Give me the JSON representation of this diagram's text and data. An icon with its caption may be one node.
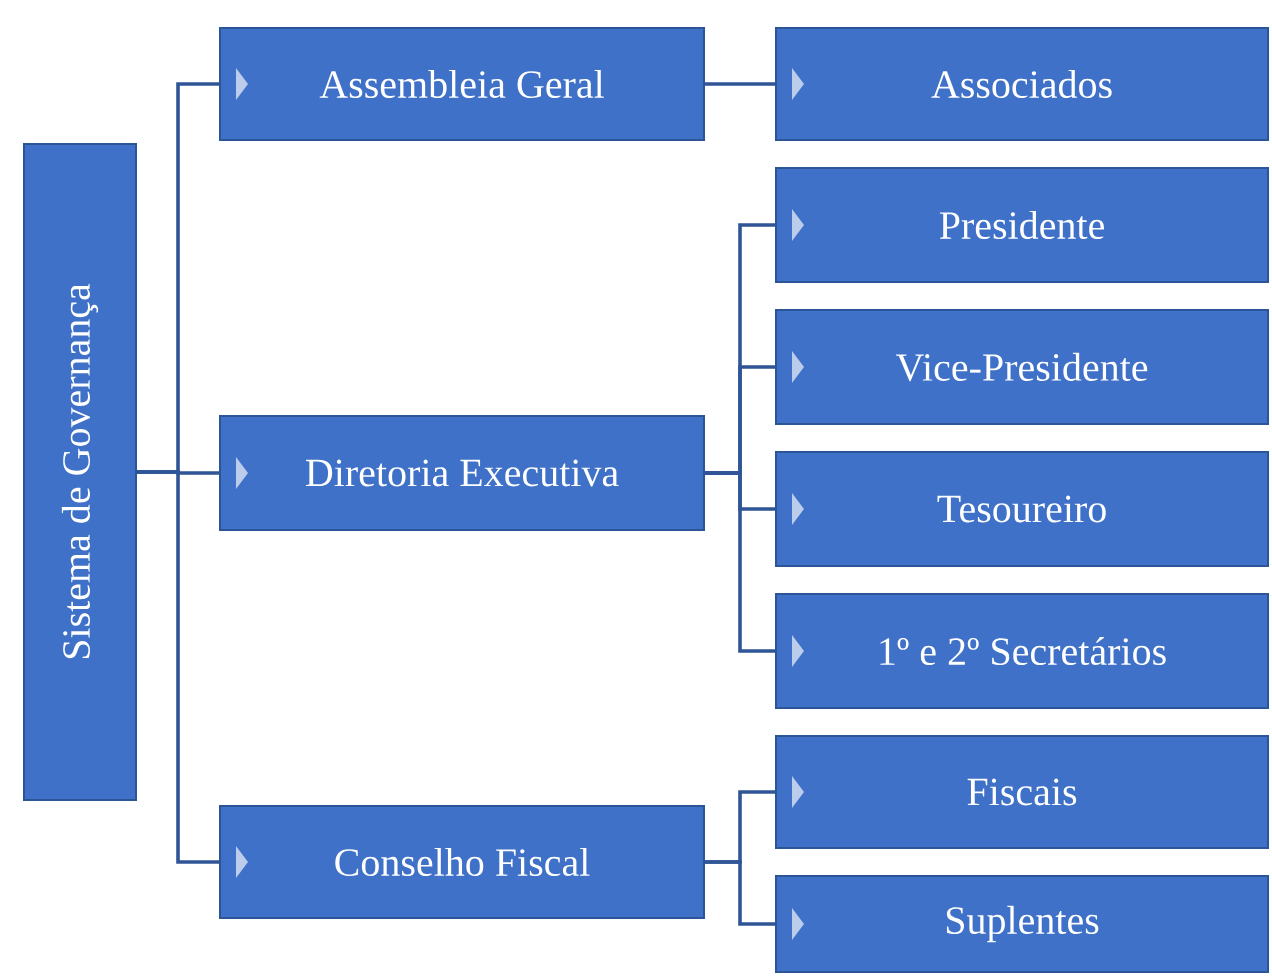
{
  "diagram": {
    "nodes": [
      {
        "text": [
          "Sistema de Governança"
        ]
      },
      {
        "text": [
          "Assembleia Geral"
        ]
      },
      {
        "text": [
          "Diretoria Executiva"
        ]
      },
      {
        "text": [
          "Conselho Fiscal"
        ]
      },
      {
        "text": [
          "Associados"
        ]
      },
      {
        "text": [
          "Presidente"
        ]
      },
      {
        "text": [
          "Vice-Presidente"
        ]
      },
      {
        "text": [
          "Tesoureiro"
        ]
      },
      {
        "text": [
          "1º e 2º Secretários"
        ]
      },
      {
        "text": [
          "Fiscais"
        ]
      },
      {
        "text": [
          "Suplentes"
        ]
      }
    ],
    "edges": [
      {
        "from": 0,
        "to": 1,
        "arrow": "none"
      },
      {
        "from": 0,
        "to": 2,
        "arrow": "none"
      },
      {
        "from": 0,
        "to": 3,
        "arrow": "none"
      },
      {
        "from": 1,
        "to": 4,
        "arrow": "none"
      },
      {
        "from": 2,
        "to": 5,
        "arrow": "none"
      },
      {
        "from": 2,
        "to": 6,
        "arrow": "none"
      },
      {
        "from": 2,
        "to": 7,
        "arrow": "none"
      },
      {
        "from": 2,
        "to": 8,
        "arrow": "none"
      },
      {
        "from": 3,
        "to": 9,
        "arrow": "none"
      },
      {
        "from": 3,
        "to": 10,
        "arrow": "none"
      }
    ]
  }
}
